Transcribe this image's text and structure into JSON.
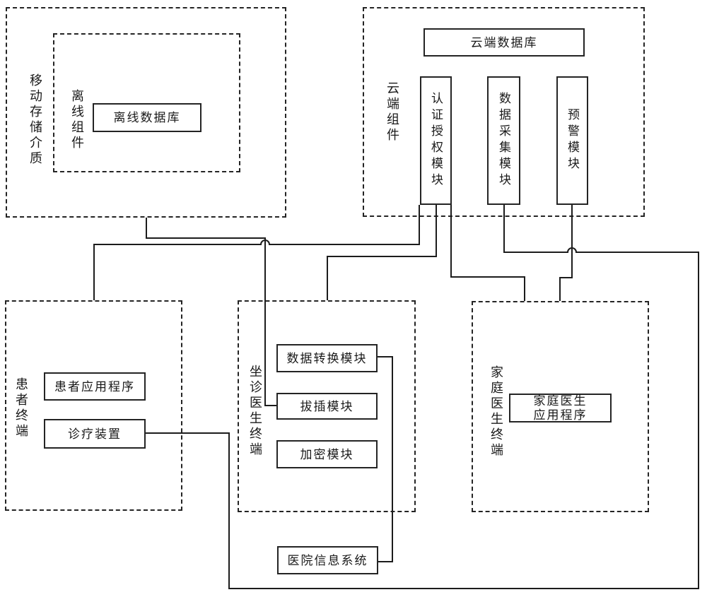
{
  "diagram": {
    "mobile_storage": {
      "label": "移动存储介质",
      "offline_component": {
        "label": "离线组件",
        "offline_db": "离线数据库"
      }
    },
    "cloud": {
      "label": "云端组件",
      "cloud_db": "云端数据库",
      "auth_module": "认证授权模块",
      "collect_module": "数据采集模块",
      "alert_module": "预警模块"
    },
    "patient": {
      "label": "患者终端",
      "patient_app": "患者应用程序",
      "treatment_device": "诊疗装置"
    },
    "doctor": {
      "label": "坐诊医生终端",
      "convert_module": "数据转换模块",
      "plug_module": "拔插模块",
      "encrypt_module": "加密模块"
    },
    "family": {
      "label": "家庭医生终端",
      "family_app_line1": "家庭医生",
      "family_app_line2": "应用程序"
    },
    "hospital_info_system": "医院信息系统",
    "colors": {
      "line": "#1c1c1c",
      "background": "#ffffff"
    }
  }
}
